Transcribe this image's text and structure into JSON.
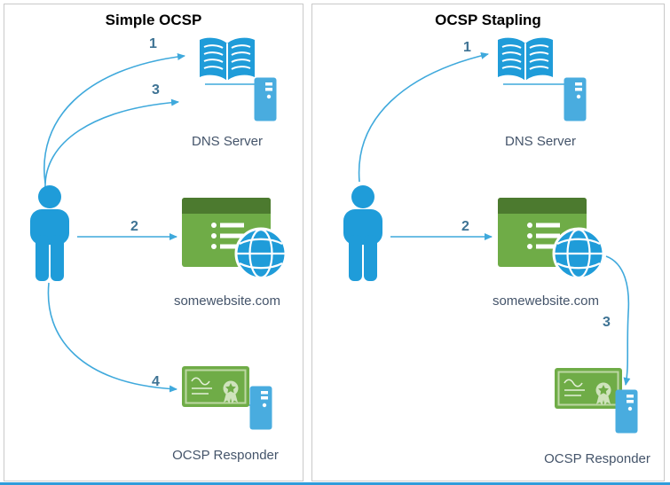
{
  "diagram": {
    "colors": {
      "person_blue": "#1f9cd9",
      "server_blue": "#49acdf",
      "arrow_blue": "#3fa9dc",
      "browser_green": "#6fac47",
      "browser_header_green": "#4c7a2f",
      "certificate_green": "#6fac47",
      "step_number_text": "#3e7394",
      "label_text": "#44546a",
      "title_text": "#000000",
      "panel_border": "#c9c9c9"
    },
    "panels": [
      {
        "title": "Simple OCSP",
        "steps": {
          "s1": "1",
          "s2": "2",
          "s3": "3",
          "s4": "4"
        },
        "labels": {
          "dns": "DNS Server",
          "web": "somewebsite.com",
          "ocsp": "OCSP Responder"
        }
      },
      {
        "title": "OCSP Stapling",
        "steps": {
          "s1": "1",
          "s2": "2",
          "s3": "3"
        },
        "labels": {
          "dns": "DNS Server",
          "web": "somewebsite.com",
          "ocsp": "OCSP Responder"
        }
      }
    ]
  }
}
